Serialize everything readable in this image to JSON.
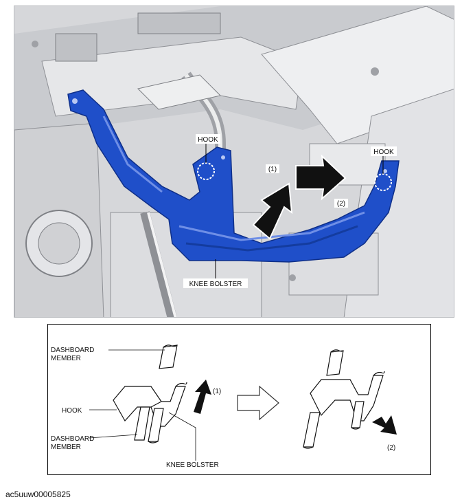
{
  "top": {
    "hook_left_label": "HOOK",
    "hook_right_label": "HOOK",
    "arrow_1_label": "(1)",
    "arrow_2_label": "(2)",
    "knee_bolster_label": "KNEE BOLSTER"
  },
  "bottom": {
    "dashboard_member_top_line1": "DASHBOARD",
    "dashboard_member_top_line2": "MEMBER",
    "hook_label": "HOOK",
    "dashboard_member_bottom_line1": "DASHBOARD",
    "dashboard_member_bottom_line2": "MEMBER",
    "knee_bolster_label": "KNEE BOLSTER",
    "arrow_1_label": "(1)",
    "arrow_2_label": "(2)"
  },
  "image_id": "ac5uuw00005825",
  "colors": {
    "bolster_blue": "#1f4fc9",
    "arrow_black": "#111111"
  }
}
